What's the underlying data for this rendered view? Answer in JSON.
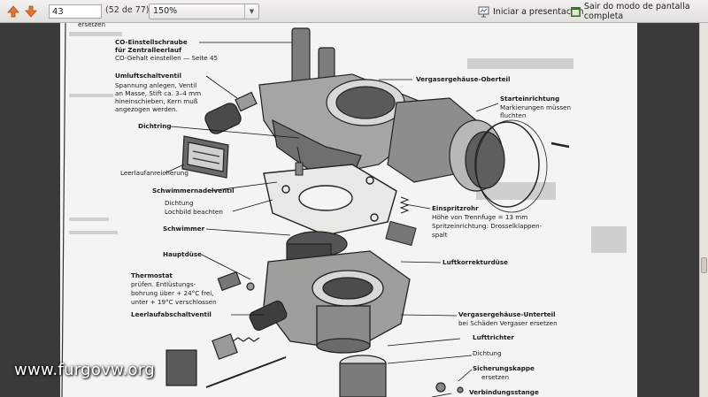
{
  "toolbar": {
    "page_input_value": "43",
    "page_count": "(52 de 77)",
    "zoom_value": "150%",
    "start_presentation_label": "Iniciar a presentación",
    "exit_fullscreen_label": "Sair do modo de pantalla completa"
  },
  "document": {
    "labels": {
      "ersetzen_top": "ersetzen",
      "co_title1": "CO-Einstellschraube",
      "co_title2": "für Zentralleerlauf",
      "co_title3": "CO-Gehalt einstellen — Seite 45",
      "umluft_title": "Umluftschaltventil",
      "umluft_l1": "Spannung anlegen, Ventil",
      "umluft_l2": "an Masse, Stift ca. 3–4 mm",
      "umluft_l3": "hineinschieben, Kern muß",
      "umluft_l4": "angezogen werden.",
      "dichtring": "Dichtring",
      "leerlaufanreicherung": "Leerlaufanreicherung",
      "schwimmernadelventil": "Schwimmernadelventil",
      "dichtung1_l1": "Dichtung",
      "dichtung1_l2": "Lochbild beachten",
      "schwimmer": "Schwimmer",
      "hauptduese": "Hauptdüse",
      "thermostat_title": "Thermostat",
      "thermostat_l1": "prüfen. Entlüstungs-",
      "thermostat_l2": "bohrung über + 24°C frei,",
      "thermostat_l3": "unter + 19°C verschlossen",
      "leerlaufabschaltventil": "Leerlaufabschaltventil",
      "oberteil": "Vergasergehäuse-Oberteil",
      "starteinrichtung_title": "Starteinrichtung",
      "starteinrichtung_l1": "Markierungen müssen",
      "starteinrichtung_l2": "fluchten",
      "einspritzrohr_title": "Einspritzrohr",
      "einspritzrohr_l1": "Höhe von Trennfuge = 13 mm",
      "einspritzrohr_l2": "Spritzeinrichtung: Drosselklappen-",
      "einspritzrohr_l3": "spalt",
      "luftkorrekturduese": "Luftkorrekturdüse",
      "unterteil_title": "Vergasergehäuse-Unterteil",
      "unterteil_l1": "bei Schäden Vergaser ersetzen",
      "lufttrichter": "Lufttrichter",
      "dichtung2": "Dichtung",
      "sicherungskappe_title": "Sicherungskappe",
      "sicherungskappe_l1": "ersetzen",
      "verbindungsstange": "Verbindungsstange"
    }
  },
  "watermark": "www.furgovw.org"
}
